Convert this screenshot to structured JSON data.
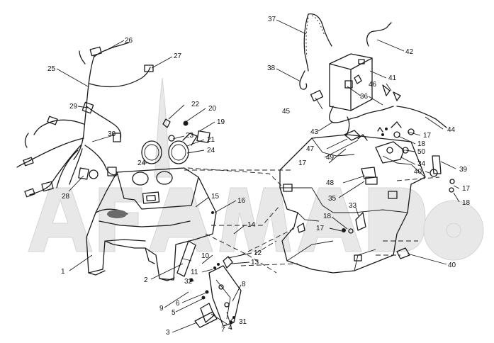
{
  "callouts": [
    {
      "id": "1",
      "text": "1"
    },
    {
      "id": "2",
      "text": "2"
    },
    {
      "id": "3",
      "text": "3"
    },
    {
      "id": "4",
      "text": "4"
    },
    {
      "id": "5",
      "text": "5"
    },
    {
      "id": "6",
      "text": "6"
    },
    {
      "id": "7",
      "text": "7"
    },
    {
      "id": "8",
      "text": "8"
    },
    {
      "id": "9",
      "text": "9"
    },
    {
      "id": "10",
      "text": "10"
    },
    {
      "id": "11",
      "text": "11"
    },
    {
      "id": "12",
      "text": "12"
    },
    {
      "id": "13",
      "text": "13"
    },
    {
      "id": "14",
      "text": "14"
    },
    {
      "id": "15",
      "text": "15"
    },
    {
      "id": "16",
      "text": "16"
    },
    {
      "id": "17a",
      "text": "17"
    },
    {
      "id": "17b",
      "text": "17"
    },
    {
      "id": "17c",
      "text": "17"
    },
    {
      "id": "17d",
      "text": "17"
    },
    {
      "id": "18a",
      "text": "18"
    },
    {
      "id": "18b",
      "text": "18"
    },
    {
      "id": "18c",
      "text": "18"
    },
    {
      "id": "19",
      "text": "19"
    },
    {
      "id": "20",
      "text": "20"
    },
    {
      "id": "21",
      "text": "21"
    },
    {
      "id": "22",
      "text": "22"
    },
    {
      "id": "23",
      "text": "23"
    },
    {
      "id": "24a",
      "text": "24"
    },
    {
      "id": "24b",
      "text": "24"
    },
    {
      "id": "25",
      "text": "25"
    },
    {
      "id": "26",
      "text": "26"
    },
    {
      "id": "27",
      "text": "27"
    },
    {
      "id": "28",
      "text": "28"
    },
    {
      "id": "29",
      "text": "29"
    },
    {
      "id": "30",
      "text": "30"
    },
    {
      "id": "31",
      "text": "31"
    },
    {
      "id": "32",
      "text": "32"
    },
    {
      "id": "33",
      "text": "33"
    },
    {
      "id": "34",
      "text": "34"
    },
    {
      "id": "35",
      "text": "35"
    },
    {
      "id": "36",
      "text": "36"
    },
    {
      "id": "37",
      "text": "37"
    },
    {
      "id": "38",
      "text": "38"
    },
    {
      "id": "39",
      "text": "39"
    },
    {
      "id": "40a",
      "text": "40"
    },
    {
      "id": "40b",
      "text": "40"
    },
    {
      "id": "41",
      "text": "41"
    },
    {
      "id": "42",
      "text": "42"
    },
    {
      "id": "43",
      "text": "43"
    },
    {
      "id": "44",
      "text": "44"
    },
    {
      "id": "45",
      "text": "45"
    },
    {
      "id": "46",
      "text": "46"
    },
    {
      "id": "47",
      "text": "47"
    },
    {
      "id": "48",
      "text": "48"
    },
    {
      "id": "49",
      "text": "49"
    },
    {
      "id": "50",
      "text": "50"
    }
  ],
  "colors": {
    "ink": "#1a1a1a",
    "watermark": "#e6e6e6",
    "background": "#ffffff"
  }
}
